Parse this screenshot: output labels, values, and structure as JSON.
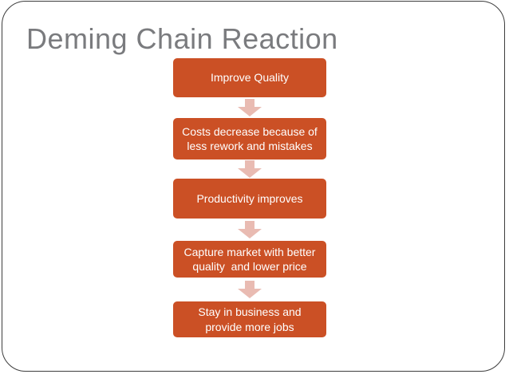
{
  "slide": {
    "title": "Deming Chain Reaction",
    "flow_boxes": [
      {
        "label": "Improve Quality"
      },
      {
        "label": "Costs decrease because of\nless rework and mistakes"
      },
      {
        "label": "Productivity improves"
      },
      {
        "label": "Capture market with better\nquality  and lower price"
      },
      {
        "label": "Stay in business and\nprovide more jobs"
      }
    ],
    "arrow_icon": "down-block-arrow",
    "colors": {
      "box_fill": "#cb5025",
      "box_text": "#ffffff",
      "arrow_fill": "#e9bbb2",
      "title_text": "#7a7b7e",
      "slide_border": "#3d3d3d"
    }
  }
}
